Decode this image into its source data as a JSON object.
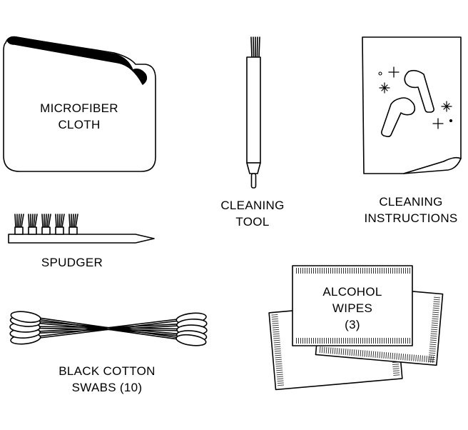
{
  "colors": {
    "ink": "#000000",
    "paper": "#ffffff"
  },
  "items": {
    "microfiber_cloth": {
      "line1": "MICROFIBER",
      "line2": "CLOTH",
      "icon": "cloth-icon"
    },
    "cleaning_tool": {
      "line1": "CLEANING",
      "line2": "TOOL",
      "icon": "brush-tool-icon"
    },
    "cleaning_instructions": {
      "line1": "CLEANING",
      "line2": "INSTRUCTIONS",
      "icon": "instruction-sheet-icon"
    },
    "spudger": {
      "line1": "SPUDGER",
      "icon": "spudger-icon"
    },
    "cotton_swabs": {
      "line1": "BLACK COTTON",
      "line2": "SWABS (10)",
      "icon": "cotton-swabs-icon"
    },
    "alcohol_wipes": {
      "line1": "ALCOHOL",
      "line2": "WIPES",
      "line3": "(3)",
      "icon": "wipes-packet-icon"
    }
  }
}
